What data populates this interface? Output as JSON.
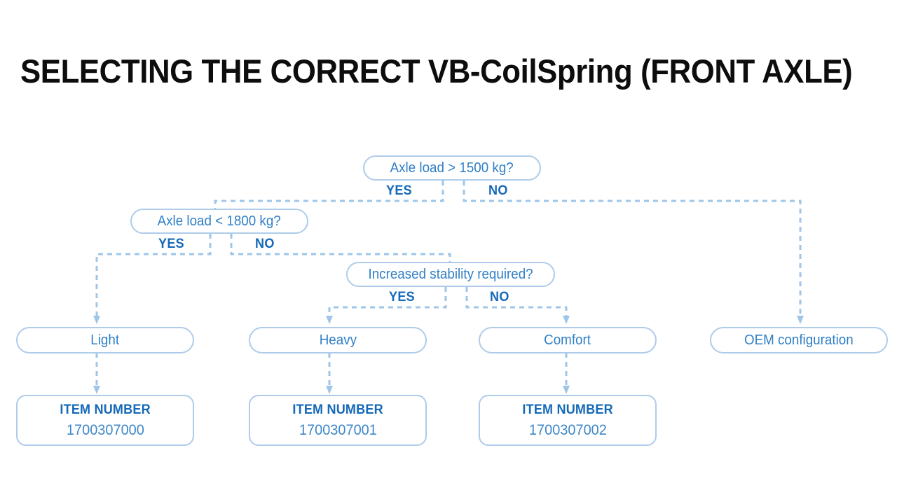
{
  "page": {
    "title": "SELECTING THE CORRECT VB-CoilSpring (FRONT AXLE)",
    "background_color": "#ffffff",
    "title_color": "#0d0d0d"
  },
  "theme": {
    "node_border": "#aeccea",
    "node_text": "#2f7fc6",
    "branch_label": "#1569b8",
    "connector": "#9fc6e8",
    "item_heading": "#1569b8",
    "item_value": "#3f87c8"
  },
  "flowchart": {
    "type": "decision-tree",
    "decisions": [
      {
        "id": "axle-load-1500",
        "question": "Axle load > 1500 kg?",
        "yes_label": "YES",
        "no_label": "NO",
        "yes_target": "axle-load-1800",
        "no_target": "oem-configuration"
      },
      {
        "id": "axle-load-1800",
        "question": "Axle load < 1800 kg?",
        "yes_label": "YES",
        "no_label": "NO",
        "yes_target": "light",
        "no_target": "increased-stability"
      },
      {
        "id": "increased-stability",
        "question": "Increased stability required?",
        "yes_label": "YES",
        "no_label": "NO",
        "yes_target": "heavy",
        "no_target": "comfort"
      }
    ],
    "results": [
      {
        "id": "light",
        "label": "Light"
      },
      {
        "id": "heavy",
        "label": "Heavy"
      },
      {
        "id": "comfort",
        "label": "Comfort"
      },
      {
        "id": "oem-configuration",
        "label": "OEM configuration"
      }
    ],
    "item_numbers": [
      {
        "for": "light",
        "heading": "ITEM NUMBER",
        "value": "1700307000"
      },
      {
        "for": "heavy",
        "heading": "ITEM NUMBER",
        "value": "1700307001"
      },
      {
        "for": "comfort",
        "heading": "ITEM NUMBER",
        "value": "1700307002"
      }
    ]
  }
}
